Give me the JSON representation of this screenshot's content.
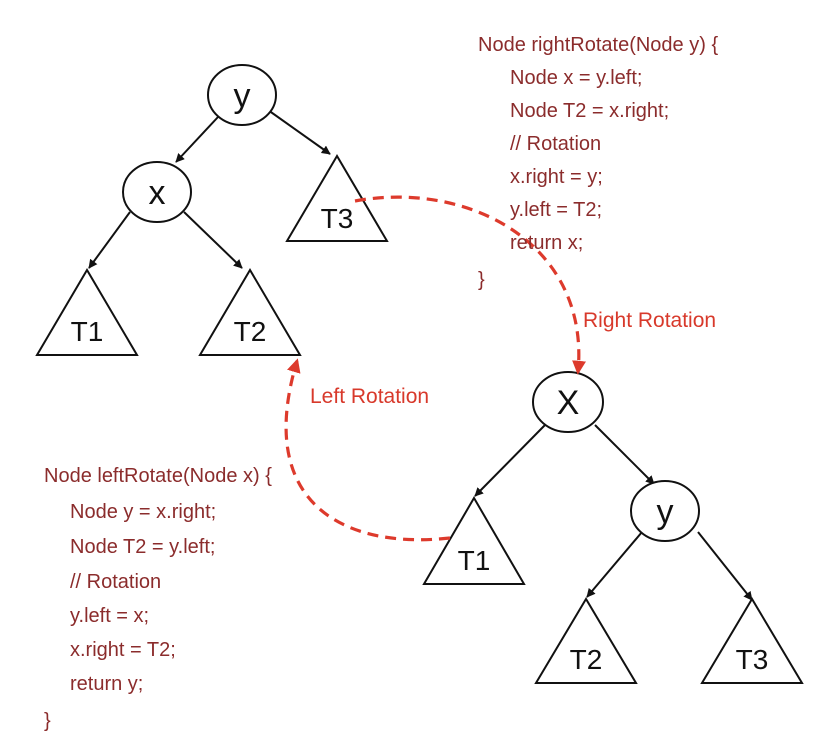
{
  "colors": {
    "code_text": "#8b2c2c",
    "arrow_red": "#dd3a2c",
    "rotation_label": "#d8392b",
    "stroke": "#111111"
  },
  "tree_before": {
    "root": "y",
    "left_child": "x",
    "right_subtree": "T3",
    "left_left_subtree": "T1",
    "left_right_subtree": "T2"
  },
  "tree_after": {
    "root": "X",
    "right_child": "y",
    "left_subtree": "T1",
    "right_left_subtree": "T2",
    "right_right_subtree": "T3"
  },
  "right_rotate_code": [
    "Node rightRotate(Node y) {",
    "Node x = y.left;",
    "Node T2 = x.right;",
    "// Rotation",
    "x.right = y;",
    "y.left = T2;",
    "return x;",
    "}"
  ],
  "left_rotate_code": [
    "Node leftRotate(Node x) {",
    "Node y = x.right;",
    "Node T2 = y.left;",
    "// Rotation",
    "y.left = x;",
    "x.right = T2;",
    "return y;",
    "}"
  ],
  "labels": {
    "right_rotation": "Right Rotation",
    "left_rotation": "Left Rotation"
  }
}
